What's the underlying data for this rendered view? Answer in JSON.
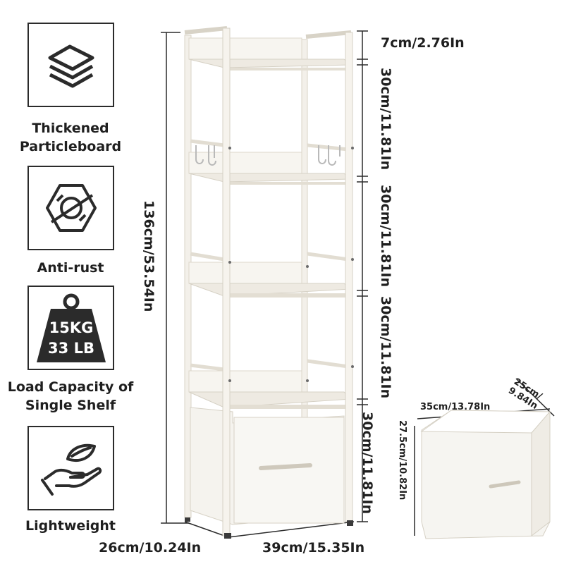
{
  "features": [
    {
      "label": "Thickened\nParticleboard",
      "icon": "layers-icon"
    },
    {
      "label": "Anti-rust",
      "icon": "anti-rust-hex-icon"
    },
    {
      "label": "Load Capacity of\nSingle Shelf",
      "icon": "weight-icon",
      "weight_kg": "15KG",
      "weight_lb": "33 LB"
    },
    {
      "label": "Lightweight",
      "icon": "hand-leaf-icon"
    }
  ],
  "dimensions": {
    "height_total": "136cm/53.54In",
    "top_gap": "7cm/2.76In",
    "shelf_gap_1": "30cm/11.81In",
    "shelf_gap_2": "30cm/11.81In",
    "shelf_gap_3": "30cm/11.81In",
    "shelf_gap_4": "30cm/11.81In",
    "depth": "26cm/10.24In",
    "width": "39cm/15.35In"
  },
  "drawer": {
    "width": "35cm/13.78In",
    "depth": "25cm/\n9.84In",
    "height": "27.5cm/10.82In"
  },
  "colors": {
    "frame": "#f2efe8",
    "frame_edge": "#d9d4c8",
    "text": "#1f1f1f",
    "icon": "#2b2b2b"
  }
}
